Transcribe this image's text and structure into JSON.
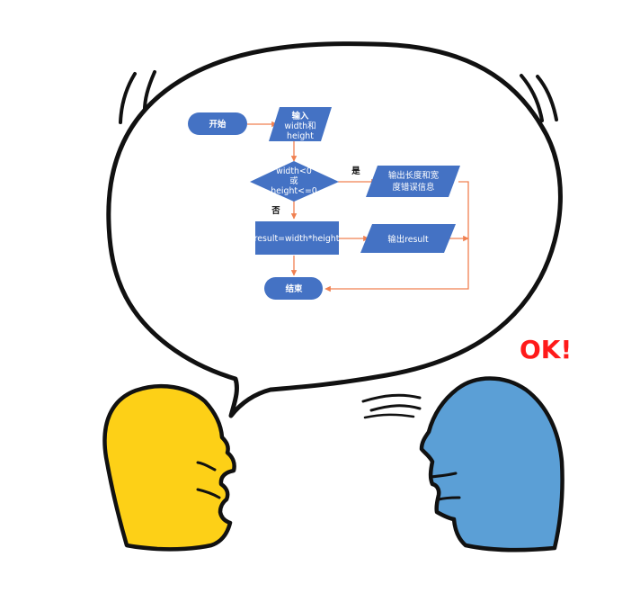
{
  "diagram": {
    "nodes": {
      "start": {
        "label": "开始",
        "kind": "terminal"
      },
      "input": {
        "lines": [
          "输入",
          "width和",
          "height"
        ],
        "kind": "io"
      },
      "decision": {
        "lines": [
          "width<0",
          "或",
          "height<=0"
        ],
        "kind": "decision"
      },
      "error": {
        "lines": [
          "输出长度和宽",
          "度错误信息"
        ],
        "kind": "io"
      },
      "process": {
        "label": "result=width*height",
        "kind": "process"
      },
      "output": {
        "label": "输出result",
        "kind": "io"
      },
      "end": {
        "label": "结束",
        "kind": "terminal"
      }
    },
    "edges": {
      "yes_label": "是",
      "no_label": "否"
    }
  },
  "exclamation": "OK!",
  "colors": {
    "node_fill": "#4472c4",
    "edge": "#f08050",
    "outline": "#111111",
    "left_head": "#fdd017",
    "right_head": "#5b9fd6",
    "exclaim": "#ff1a1a"
  },
  "icons": [
    "speech-bubble",
    "left-person-head",
    "right-person-head",
    "motion-marks"
  ]
}
